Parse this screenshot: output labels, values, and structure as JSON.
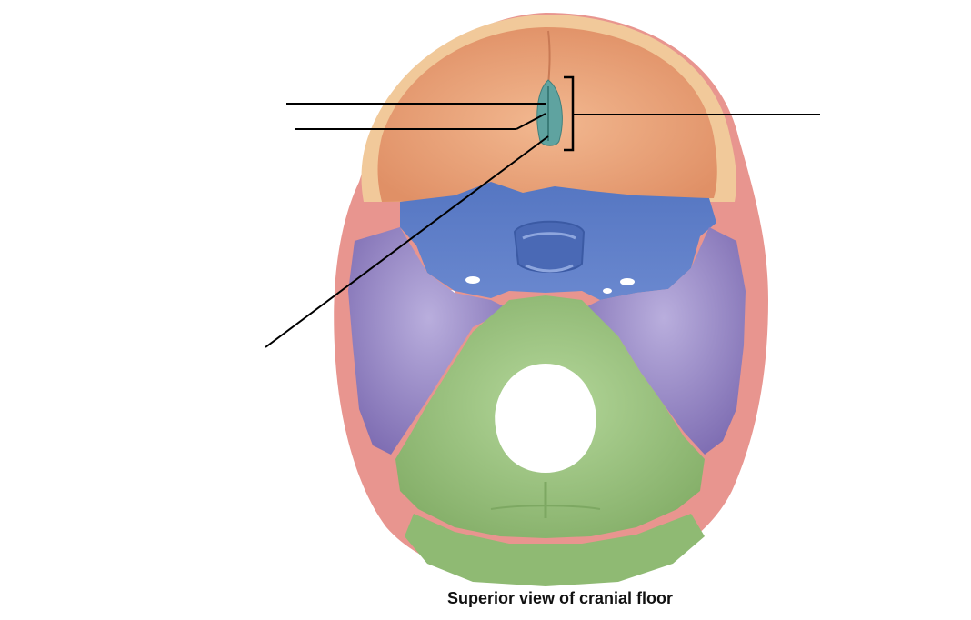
{
  "figure": {
    "caption": "Superior view of cranial floor"
  },
  "colors": {
    "frontal": "#E9A67F",
    "frontal_rim": "#F1C99A",
    "parietal": "#E99C95",
    "sphenoid": "#5B7BC6",
    "temporal": "#9B8BC8",
    "occipital": "#9DC381",
    "ethmoid": "#5FA3A0",
    "leader_line": "#000000"
  },
  "leader_lines": [
    {
      "name": "leader-line-1"
    },
    {
      "name": "leader-line-2"
    },
    {
      "name": "leader-line-3"
    },
    {
      "name": "leader-line-4-bracket"
    }
  ]
}
